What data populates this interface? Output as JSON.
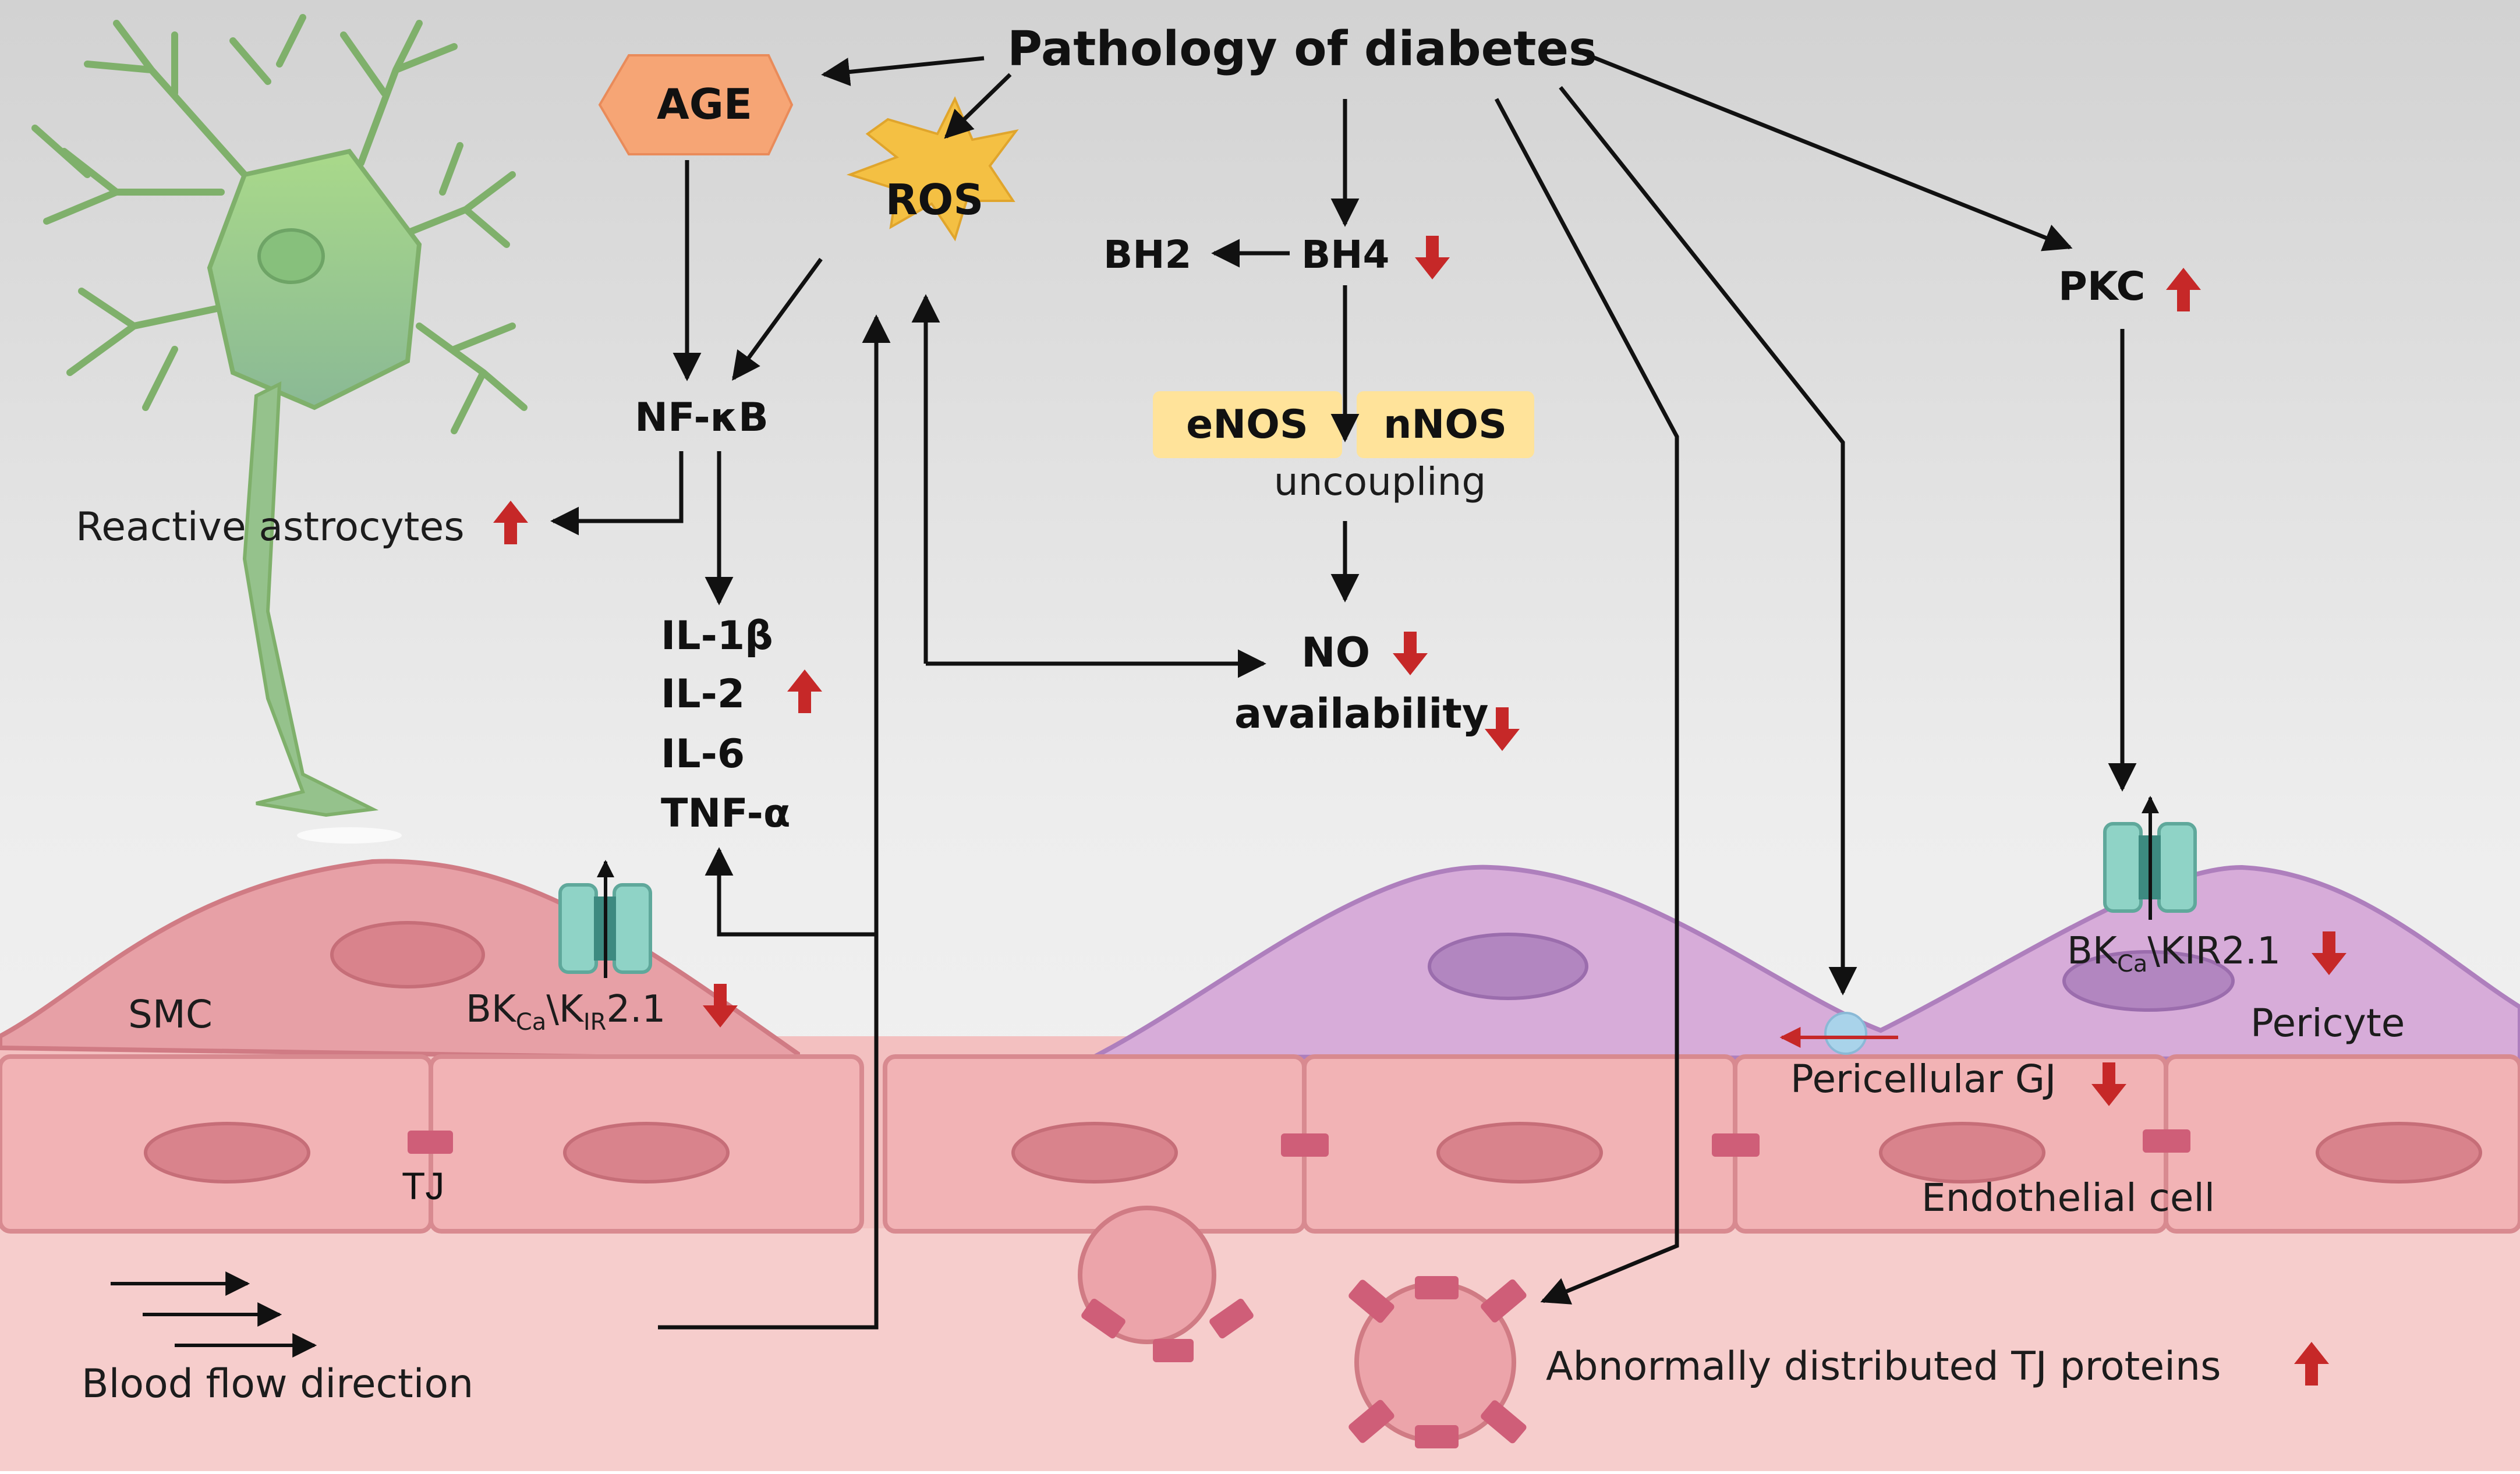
{
  "title": "Pathology of diabetes",
  "nodes": {
    "age": "AGE",
    "ros": "ROS",
    "nfkb": "NF-κB",
    "reactive_astrocytes": "Reactive astrocytes",
    "cytokines": [
      "IL-1β",
      "IL-2",
      "IL-6",
      "TNF-α"
    ],
    "bh2": "BH2",
    "bh4": "BH4",
    "enos": "eNOS",
    "nnos": "nNOS",
    "uncoupling": "uncoupling",
    "no": "NO",
    "availability": "availability",
    "pkc": "PKC"
  },
  "cells": {
    "smc": "SMC",
    "channel_left": {
      "pre": "BK",
      "sub1": "Ca",
      "mid": "\\K",
      "sub2": "IR",
      "post": "2.1"
    },
    "channel_right": {
      "pre": "BK",
      "sub1": "Ca",
      "post": "\\KIR2.1"
    },
    "pericyte": "Pericyte",
    "pericellular_gj": "Pericellular GJ",
    "endothelial_cell": "Endothelial cell",
    "tj": "TJ",
    "blood_flow": "Blood flow direction",
    "abnormal_tj": "Abnormally distributed TJ proteins"
  },
  "colors": {
    "up_arrow": "#c62828",
    "down_arrow": "#c62828",
    "smc_fill": "#e7a0a6",
    "pericyte_fill": "#d7acd9",
    "endothelial_fill": "#f2b3b5",
    "channel": "#8fd3c6",
    "nos_box": "#ffe39a",
    "age_hex": "#f6a575",
    "ros_burst": "#f4c043",
    "astrocyte": "#9ccf83"
  },
  "indicators": {
    "reactive_astrocytes": "up",
    "il2": "up",
    "bh4": "down",
    "no": "down",
    "availability": "down",
    "pkc": "up",
    "channel_left": "down",
    "channel_right": "down",
    "pericellular_gj": "down",
    "abnormal_tj": "up"
  }
}
